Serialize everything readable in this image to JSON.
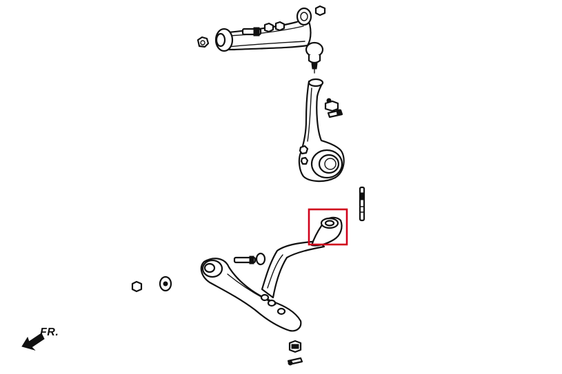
{
  "direction_label": "FR.",
  "highlight_color": "#d0021b",
  "line_color": "#111111",
  "background_color": "#ffffff",
  "parts": [
    "upper-control-arm",
    "steering-knuckle",
    "lower-control-arm",
    "highlighted-bushing",
    "front-direction-arrow"
  ]
}
